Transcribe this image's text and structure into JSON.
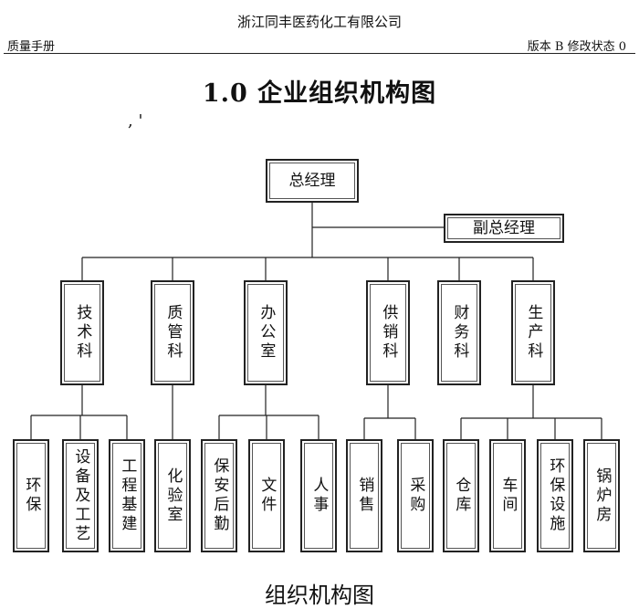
{
  "header": {
    "company": "浙江同丰医药化工有限公司",
    "left": "质量手册",
    "right": "版本 B  修改状态 0"
  },
  "title": "1.0 企业组织机构图",
  "marks": ", '",
  "chart": {
    "root": "总经理",
    "deputy": "副总经理",
    "departments": [
      {
        "name": "技术科",
        "units": [
          "环保",
          "设备及工艺",
          "工程基建"
        ]
      },
      {
        "name": "质管科",
        "units": [
          "化验室"
        ]
      },
      {
        "name": "办公室",
        "units": [
          "保安后勤",
          "文件",
          "人事"
        ]
      },
      {
        "name": "供销科",
        "units": [
          "销售",
          "采购"
        ]
      },
      {
        "name": "财务科",
        "units": []
      },
      {
        "name": "生产科",
        "units": [
          "仓库",
          "车间",
          "环保设施",
          "锅炉房"
        ]
      }
    ]
  },
  "caption": "组织机构图"
}
